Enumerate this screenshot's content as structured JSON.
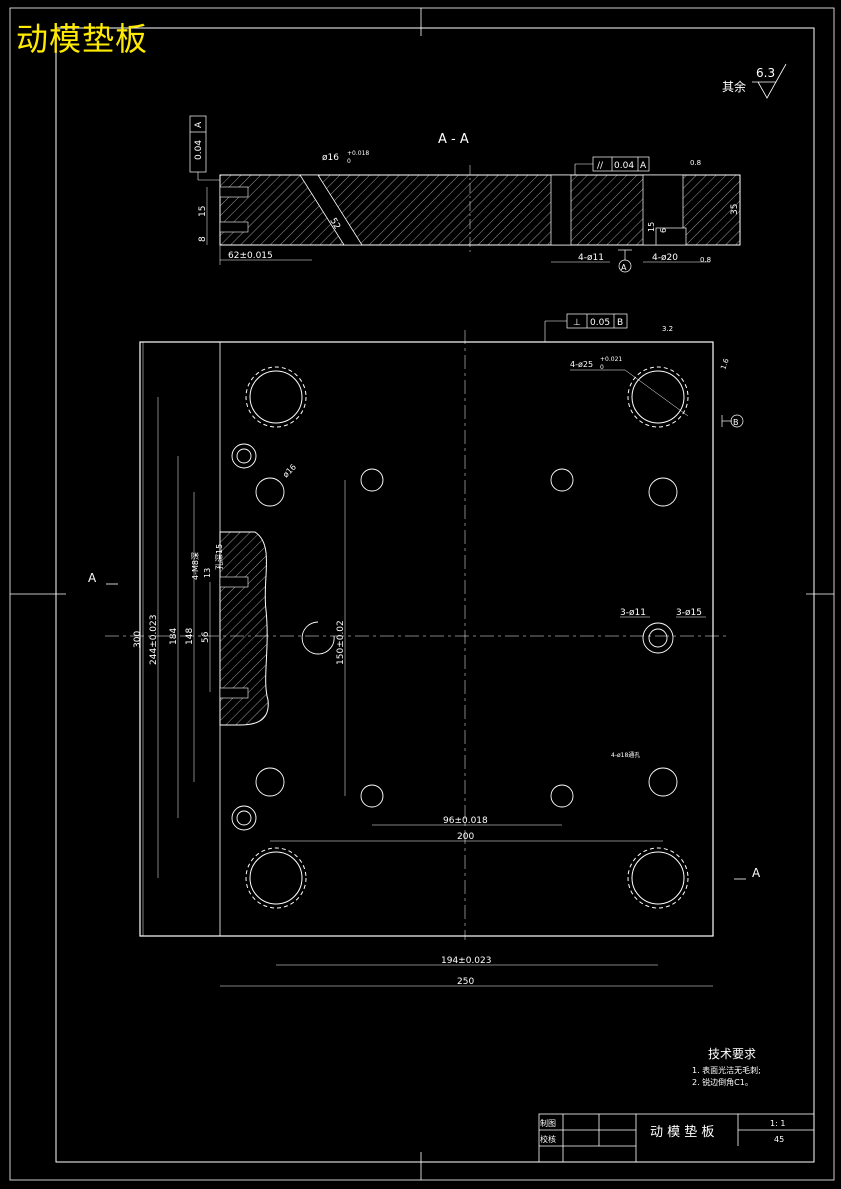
{
  "page_title": "动模垫板",
  "roughness_note": {
    "label": "其余",
    "value": "6.3"
  },
  "section": {
    "label": "A - A"
  },
  "section_dims": {
    "flatness_top": "0.04",
    "datum_a": "A",
    "bore": "ø16",
    "bore_tol": "+0.018",
    "bore_tol2": "0",
    "dim_15": "15",
    "dim_8": "8",
    "dim_52": "52",
    "dim_62": "62±0.015",
    "parallel": "0.04",
    "parallel_datum": "A",
    "dim_35": "35",
    "hole_11": "4-ø11",
    "hole_20": "4-ø20",
    "dim_6": "6",
    "dim_15b": "15",
    "rough_08": "0.8",
    "rough_08b": "0.8",
    "circle_a": "A"
  },
  "plan_dims": {
    "perp": "0.05",
    "perp_datum": "B",
    "rough_32": "3.2",
    "rough_16": "1.6",
    "hole_25": "4-ø25",
    "hole_25_tol": "+0.021",
    "hole_25_tol2": "0",
    "datum_b": "B",
    "phi16": "ø16",
    "tap_label": "4-M8深",
    "tap_depth": "孔深15",
    "dim_13": "13",
    "dim_56": "56",
    "dim_184": "184",
    "dim_148": "148",
    "dim_244": "244±0.023",
    "dim_300": "300",
    "dim_150": "150±0.02",
    "hole3_11": "3-ø11",
    "hole3_15": "3-ø15",
    "hole4_m": "4-ø18通孔",
    "dim_96": "96±0.018",
    "dim_200": "200",
    "dim_194": "194±0.023",
    "dim_250": "250",
    "sec_a_left": "A",
    "sec_a_right": "A"
  },
  "tech_req": {
    "title": "技术要求",
    "items": [
      "1. 表面光洁无毛刺;",
      "2. 锐边倒角C1。"
    ]
  },
  "title_block": {
    "drawn_label": "制图",
    "checked_label": "校核",
    "name": "动 模 垫 板",
    "scale": "1: 1",
    "material": "45"
  }
}
